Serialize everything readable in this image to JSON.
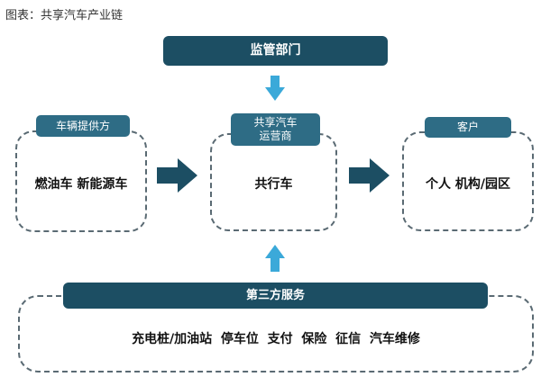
{
  "caption": "图表：共享汽车产业链",
  "regulator": {
    "label": "监管部门"
  },
  "vehicle_supplier": {
    "tag": "车辆提供方",
    "content": "燃油车 新能源车"
  },
  "operator": {
    "tag_line1": "共享汽车",
    "tag_line2": "运营商",
    "content": "共行车"
  },
  "customer": {
    "tag": "客户",
    "content": "个人 机构/园区"
  },
  "third_party": {
    "label": "第三方服务",
    "content": "充电桩/加油站  停车位  支付  保险  征信  汽车维修"
  },
  "colors": {
    "dark_teal": "#1c4e63",
    "tag_teal": "#2e6c85",
    "arrow_blue": "#3ba9d9",
    "arrow_dark": "#1c4e63"
  }
}
